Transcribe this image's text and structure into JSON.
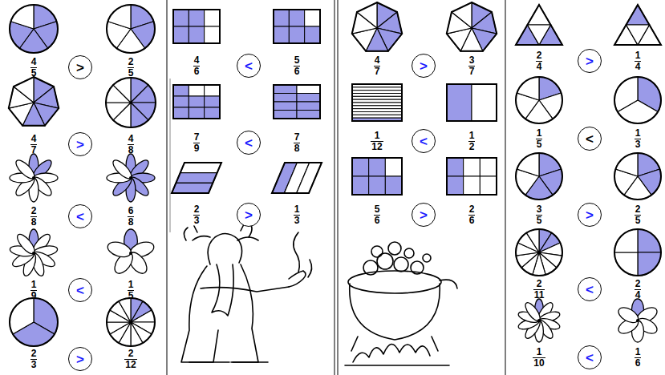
{
  "diagram": {
    "nodes": [
      {
        "text": [
          ">"
        ]
      },
      {
        "text": [
          ">"
        ]
      },
      {
        "text": [
          "<"
        ]
      },
      {
        "text": [
          "<"
        ]
      },
      {
        "text": [
          ">"
        ]
      },
      {
        "text": [
          "<"
        ]
      },
      {
        "text": [
          "<"
        ]
      },
      {
        "text": [
          ">"
        ]
      },
      {
        "text": [
          ">"
        ]
      },
      {
        "text": [
          "<"
        ]
      },
      {
        "text": [
          ">"
        ]
      },
      {
        "text": [
          ">"
        ]
      },
      {
        "text": [
          "<"
        ]
      },
      {
        "text": [
          ">"
        ]
      },
      {
        "text": [
          "<"
        ]
      },
      {
        "text": [
          "<"
        ]
      }
    ],
    "labels": [
      "4",
      "5",
      "2",
      "5",
      "4",
      "7",
      "4",
      "8",
      "2",
      "8",
      "6",
      "8",
      "1",
      "9",
      "1",
      "5",
      "2",
      "3",
      "2",
      "12",
      "4",
      "6",
      "5",
      "6",
      "7",
      "9",
      "7",
      "8",
      "2",
      "3",
      "1",
      "3",
      "4",
      "7",
      "3",
      "7",
      "1",
      "12",
      "1",
      "2",
      "5",
      "6",
      "2",
      "6",
      "2",
      "4",
      "1",
      "4",
      "1",
      "5",
      "1",
      "3",
      "3",
      "5",
      "2",
      "5",
      "2",
      "11",
      "2",
      "4",
      "1",
      "10",
      "1",
      "6"
    ]
  }
}
